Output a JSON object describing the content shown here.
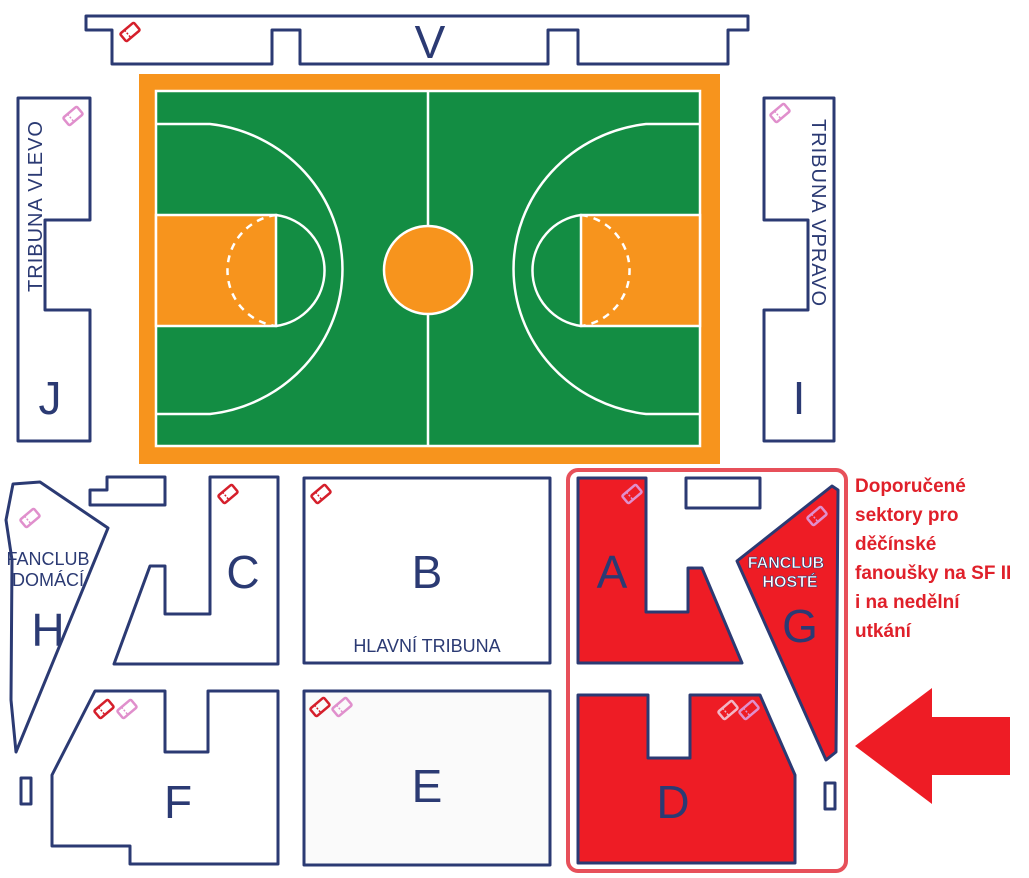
{
  "map": {
    "sections": {
      "V": "V",
      "J": "J",
      "I": "I",
      "C": "C",
      "B": "B",
      "A": "A",
      "G": "G",
      "H": "H",
      "F": "F",
      "E": "E",
      "D": "D"
    },
    "labels": {
      "tribuna_vlevo": "TRIBUNA VLEVO",
      "tribuna_vpravo": "TRIBUNA VPRAVO",
      "hlavni_tribuna": "HLAVNÍ TRIBUNA",
      "fanclub_domaci_1": "FANCLUB",
      "fanclub_domaci_2": "DOMÁCÍ",
      "fanclub_hoste_1": "FANCLUB",
      "fanclub_hoste_2": "HOSTÉ"
    },
    "recommendation": {
      "line1": "Doporučené",
      "line2": "sektory pro",
      "line3": "děčínské",
      "line4": "fanoušky na SF II",
      "line5": "i na nedělní",
      "line6": "utkání"
    },
    "colors": {
      "court_orange": "#f7941d",
      "court_green": "#138d43",
      "highlight_red": "#ee1c25",
      "outline_navy": "#2b3a73",
      "highlight_frame": "#e7505a",
      "ticket_red": "#d51f2b",
      "ticket_pink": "#e08fcc"
    },
    "icons": [
      "ticket-icon",
      "arrow-left-icon"
    ]
  }
}
